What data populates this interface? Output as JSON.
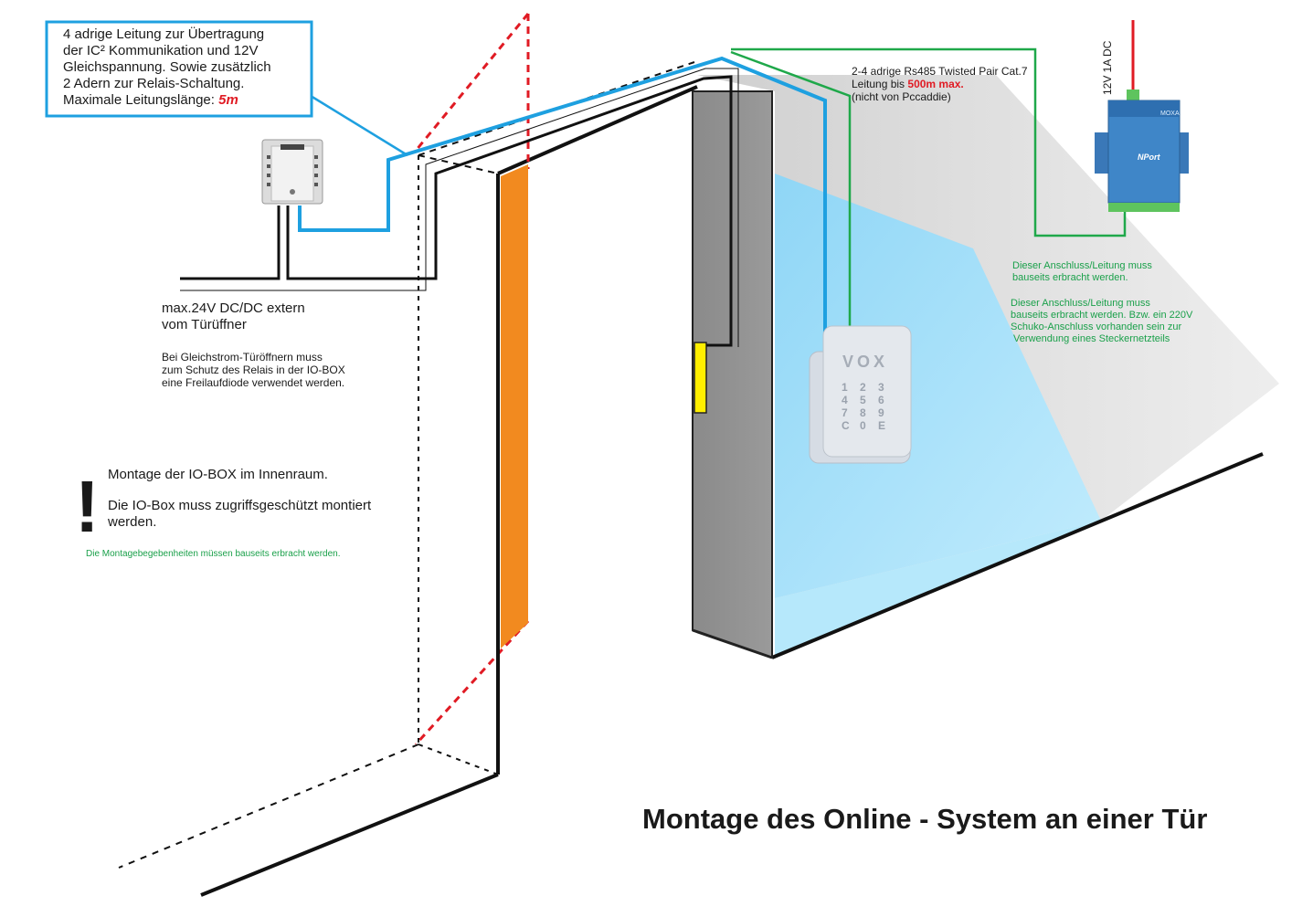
{
  "callout_box": {
    "lines": [
      "4 adrige Leitung zur Übertragung",
      "der IC² Kommunikation und 12V",
      "Gleichspannung. Sowie zusätzlich",
      "2 Adern zur Relais-Schaltung."
    ],
    "last_line_prefix": "Maximale Leitungslänge: ",
    "last_line_value": "5m"
  },
  "rs485_note": {
    "line1": "2-4 adrige Rs485 Twisted Pair Cat.7",
    "line2_prefix": "Leitung bis ",
    "line2_value": "500m max.",
    "line3": "(nicht von Pccaddie)"
  },
  "power_label": "12V 1A DC",
  "moxa": {
    "brand": "MOXA",
    "model": "NPort"
  },
  "green_note_1": [
    "Dieser Anschluss/Leitung muss",
    "bauseits erbracht werden."
  ],
  "green_note_2": [
    "Dieser Anschluss/Leitung muss",
    "bauseits erbracht werden. Bzw. ein 220V",
    "Schuko-Anschluss vorhanden sein zur",
    " Verwendung eines Steckernetzteils"
  ],
  "power_note": [
    "max.24V DC/DC extern",
    "vom Türüffner"
  ],
  "diode_note": [
    "Bei Gleichstrom-Türöffnern muss",
    "zum Schutz des Relais in der IO-BOX",
    "eine Freilaufdiode verwendet werden."
  ],
  "warning": {
    "symbol": "!",
    "line1": "Montage der IO-BOX im Innenraum.",
    "line2": "Die IO-Box muss zugriffsgeschützt montiert",
    "line3": "werden."
  },
  "green_footer": "Die Montagebegebenheiten müssen bauseits erbracht werden.",
  "keypad": {
    "logo": "VOX",
    "keys": [
      "1",
      "2",
      "3",
      "4",
      "5",
      "6",
      "7",
      "8",
      "9",
      "C",
      "0",
      "E"
    ]
  },
  "title": "Montage des Online - System an einer Tür",
  "colors": {
    "blue_cable": "#1ea0e0",
    "green_cable": "#1fa84a",
    "red_cable": "#e01b24",
    "orange_strike": "#f28a1f",
    "yellow_opener": "#ffef00",
    "wall_grey": "#8e8e8e",
    "light_blue": "#a8e0f8"
  }
}
